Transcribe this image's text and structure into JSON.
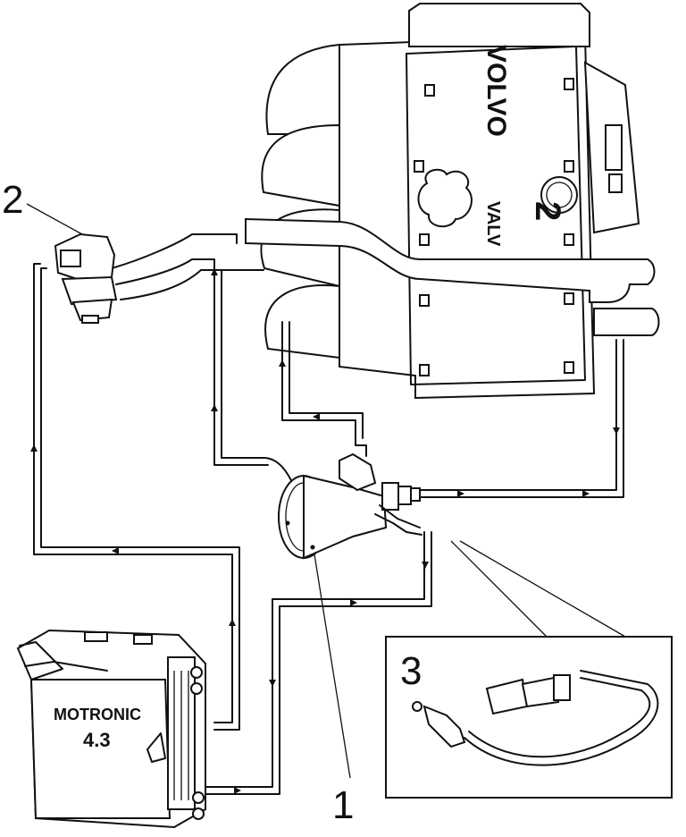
{
  "callouts": {
    "one": "1",
    "two": "2",
    "three": "3"
  },
  "ecu": {
    "line1": "MOTRONIC",
    "line2": "4.3"
  },
  "engine": {
    "brand": "VOLVO",
    "lower_text": "2",
    "sub_text": "VALV"
  },
  "colors": {
    "ink": "#111111",
    "paper": "#ffffff"
  }
}
